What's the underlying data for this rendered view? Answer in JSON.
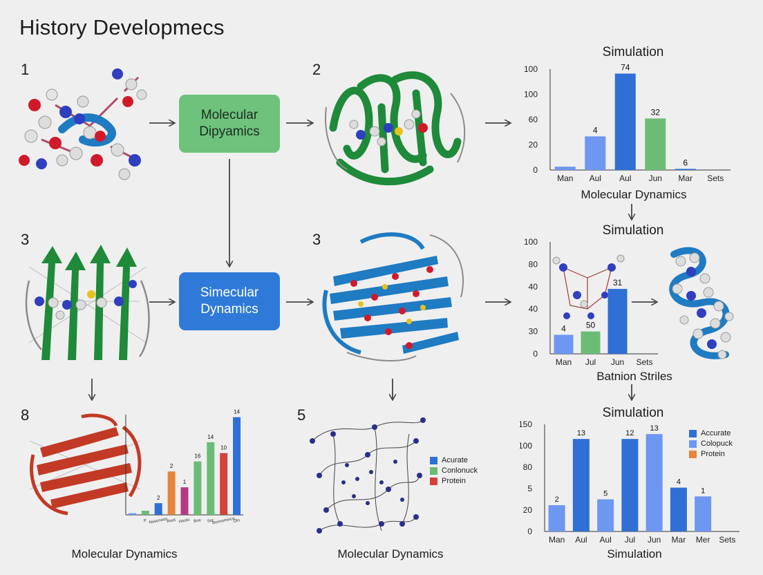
{
  "page": {
    "title": "History Developmecs",
    "steps": [
      "1",
      "2",
      "3",
      "3",
      "8",
      "5"
    ]
  },
  "boxes": {
    "green": "Molecular Dipyamics",
    "blue": "Simecular Dynamics"
  },
  "captions": {
    "chart1_bottom": "Molecular Dynamics",
    "chart2_bottom": "Batnion Striles",
    "chart3_bottom": "Simulation",
    "bottom_left": "Molecular Dynamics",
    "bottom_mid": "Molecular Dynamics"
  },
  "legend_mid": [
    "Acurate",
    "Conlonuck",
    "Protein"
  ],
  "legend_right": [
    "Accurate",
    "Colopuck",
    "Protein"
  ],
  "colors": {
    "blue_dark": "#2f6fd6",
    "blue_light": "#6e97f2",
    "green": "#6cbc76",
    "red": "#d0423b",
    "orange": "#e8843c",
    "magenta": "#b43a86"
  },
  "chart_data": [
    {
      "type": "bar",
      "title": "Simulation",
      "y_tick_labels": [
        "100",
        "100",
        "60",
        "20",
        "0"
      ],
      "categories": [
        "Man",
        "Aul",
        "Aul",
        "Jun",
        "Mar",
        "Sets"
      ],
      "values": [
        3,
        30,
        86,
        46,
        1,
        0
      ],
      "data_labels": [
        "",
        "4",
        "74",
        "32",
        "6",
        ""
      ],
      "colors": [
        "#6e97f2",
        "#6e97f2",
        "#2f6fd6",
        "#6cbc76",
        "#2f6fd6",
        "#2f6fd6"
      ],
      "ylim": [
        0,
        90
      ]
    },
    {
      "type": "bar",
      "title": "Simulation",
      "y_tick_labels": [
        "100",
        "80",
        "40",
        "40",
        "30",
        "0"
      ],
      "categories": [
        "Man",
        "Jul",
        "Jun",
        "Sets"
      ],
      "values": [
        17,
        20,
        58,
        0
      ],
      "data_labels": [
        "4",
        "50",
        "31",
        ""
      ],
      "colors": [
        "#6e97f2",
        "#6cbc76",
        "#2f6fd6",
        "#2f6fd6"
      ],
      "ylim": [
        0,
        100
      ]
    },
    {
      "type": "bar",
      "title": "Simulation",
      "y_tick_labels": [
        "150",
        "100",
        "80",
        "5",
        "20",
        "0"
      ],
      "categories": [
        "Man",
        "Aul",
        "Aul",
        "Jul",
        "Jun",
        "Mar",
        "Mer",
        "Sets"
      ],
      "values": [
        27,
        95,
        33,
        95,
        100,
        45,
        36,
        0
      ],
      "data_labels": [
        "2",
        "13",
        "5",
        "12",
        "13",
        "4",
        "1",
        ""
      ],
      "colors": [
        "#6e97f2",
        "#2f6fd6",
        "#6e97f2",
        "#2f6fd6",
        "#6e97f2",
        "#2f6fd6",
        "#6e97f2",
        "#2f6fd6"
      ],
      "ylim": [
        0,
        110
      ]
    },
    {
      "type": "bar",
      "title": "",
      "categories": [
        "P",
        "Nosonoos",
        "Root",
        "Hooto",
        "Boe",
        "Ser",
        "Boxnominco",
        "Olo"
      ],
      "values": [
        2,
        5,
        14,
        52,
        33,
        64,
        87,
        74,
        117
      ],
      "data_labels": [
        "",
        "",
        "2",
        "2",
        "1",
        "16",
        "14",
        "10",
        "14"
      ],
      "colors": [
        "#6e97f2",
        "#6cbc76",
        "#2f6fd6",
        "#e8843c",
        "#b43a86",
        "#6cbc76",
        "#6cbc76",
        "#d0423b",
        "#2f6fd6"
      ],
      "ylim": [
        0,
        120
      ]
    }
  ]
}
